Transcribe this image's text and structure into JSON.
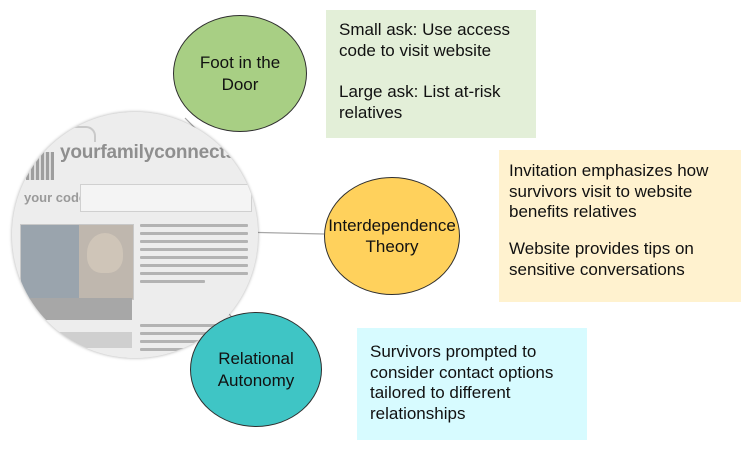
{
  "diagram": {
    "nodes": [
      {
        "id": "foot",
        "label_lines": [
          "Foot in the",
          "Door"
        ],
        "color": "#a8cf84"
      },
      {
        "id": "inter",
        "label_lines": [
          "Interdependence",
          "Theory"
        ],
        "color": "#ffd15c"
      },
      {
        "id": "auto",
        "label_lines": [
          "Relational",
          "Autonomy"
        ],
        "color": "#3fc5c5"
      }
    ],
    "boxes": {
      "foot": {
        "color": "#e3efd8",
        "paragraphs": [
          "Small ask: Use access code to visit website",
          "Large ask: List at-risk relatives"
        ]
      },
      "inter": {
        "color": "#fff2cf",
        "paragraphs": [
          "Invitation emphasizes how survivors visit to website benefits relatives",
          "Website provides tips on sensitive conversations"
        ]
      },
      "auto": {
        "color": "#d7fbff",
        "paragraphs": [
          "Survivors prompted to consider contact options tailored to different relationships"
        ]
      }
    },
    "screenshot": {
      "domain_text": "yourfamilyconnects.c",
      "code_label": "your code is:"
    }
  }
}
